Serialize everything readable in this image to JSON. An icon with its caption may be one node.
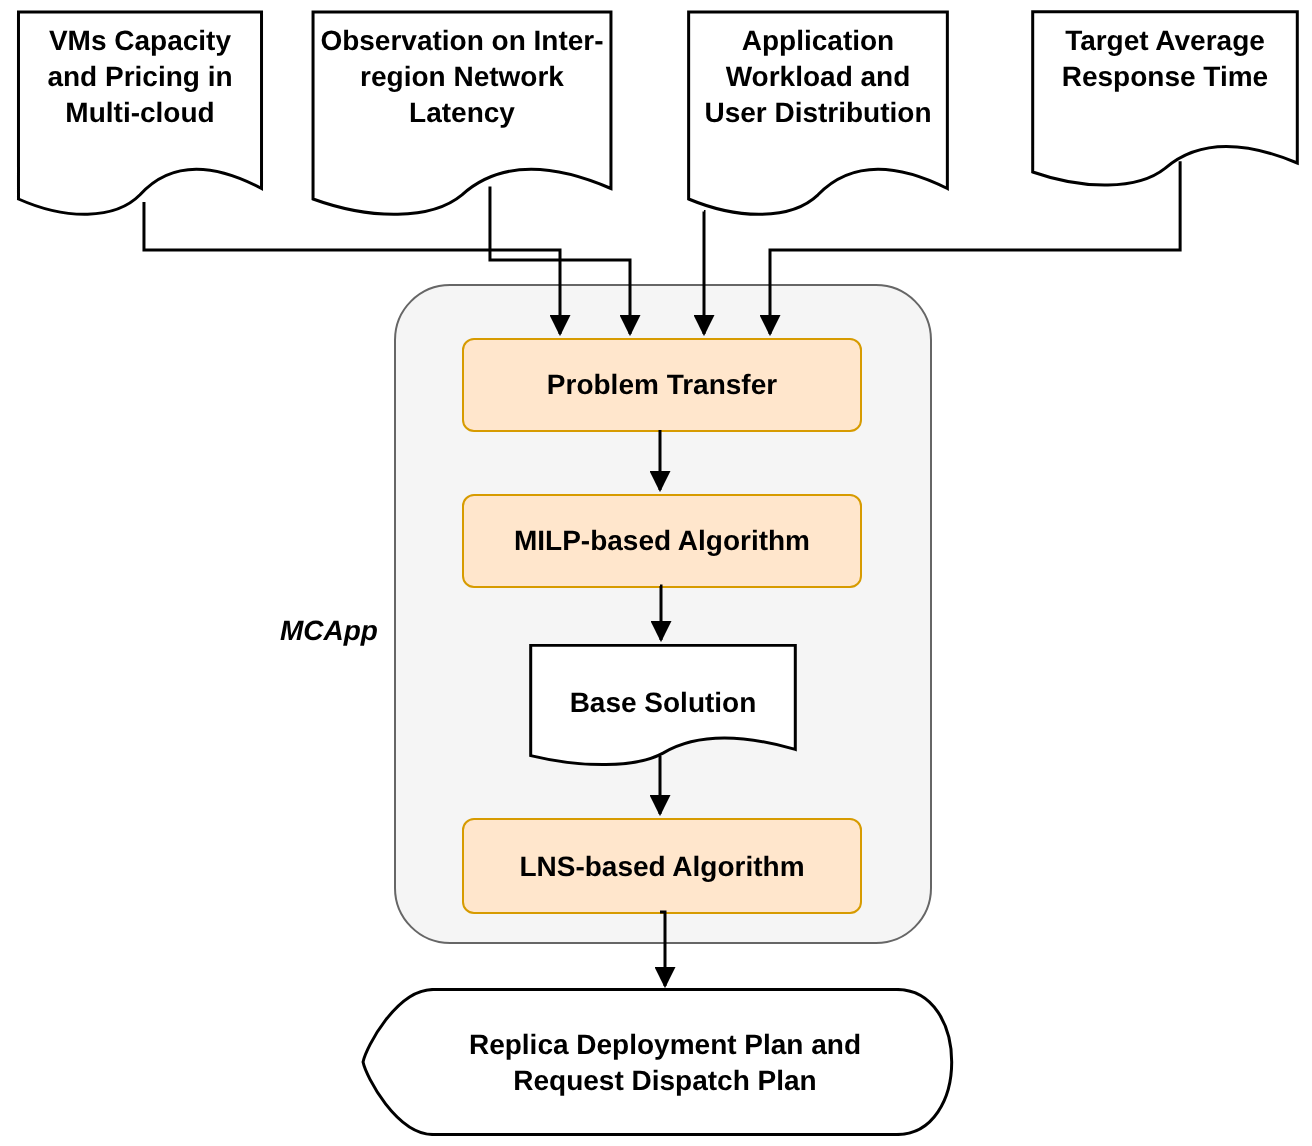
{
  "diagram": {
    "nodes": [
      {
        "text": [
          "VMs Capacity and Pricing in Multi-cloud"
        ]
      },
      {
        "text": [
          "Observation on Inter-region Network Latency"
        ]
      },
      {
        "text": [
          "Application Workload and User Distribution"
        ]
      },
      {
        "text": [
          "Target Average Response Time"
        ]
      },
      {
        "text": [
          "MCApp"
        ]
      },
      {
        "text": [
          "Problem Transfer"
        ],
        "in": 4
      },
      {
        "text": [
          "MILP-based Algorithm"
        ],
        "in": 4
      },
      {
        "text": [
          "Base Solution"
        ],
        "in": 4
      },
      {
        "text": [
          "LNS-based Algorithm"
        ],
        "in": 4
      },
      {
        "text": [
          "Replica Deployment Plan and Request Dispatch Plan"
        ]
      }
    ],
    "edges": [
      {
        "from": 0,
        "to": 5,
        "arrow": "to"
      },
      {
        "from": 1,
        "to": 5,
        "arrow": "to"
      },
      {
        "from": 2,
        "to": 5,
        "arrow": "to"
      },
      {
        "from": 3,
        "to": 5,
        "arrow": "to"
      },
      {
        "from": 5,
        "to": 6,
        "arrow": "to"
      },
      {
        "from": 6,
        "to": 7,
        "arrow": "to"
      },
      {
        "from": 7,
        "to": 8,
        "arrow": "to"
      },
      {
        "from": 8,
        "to": 9,
        "arrow": "to"
      }
    ]
  }
}
